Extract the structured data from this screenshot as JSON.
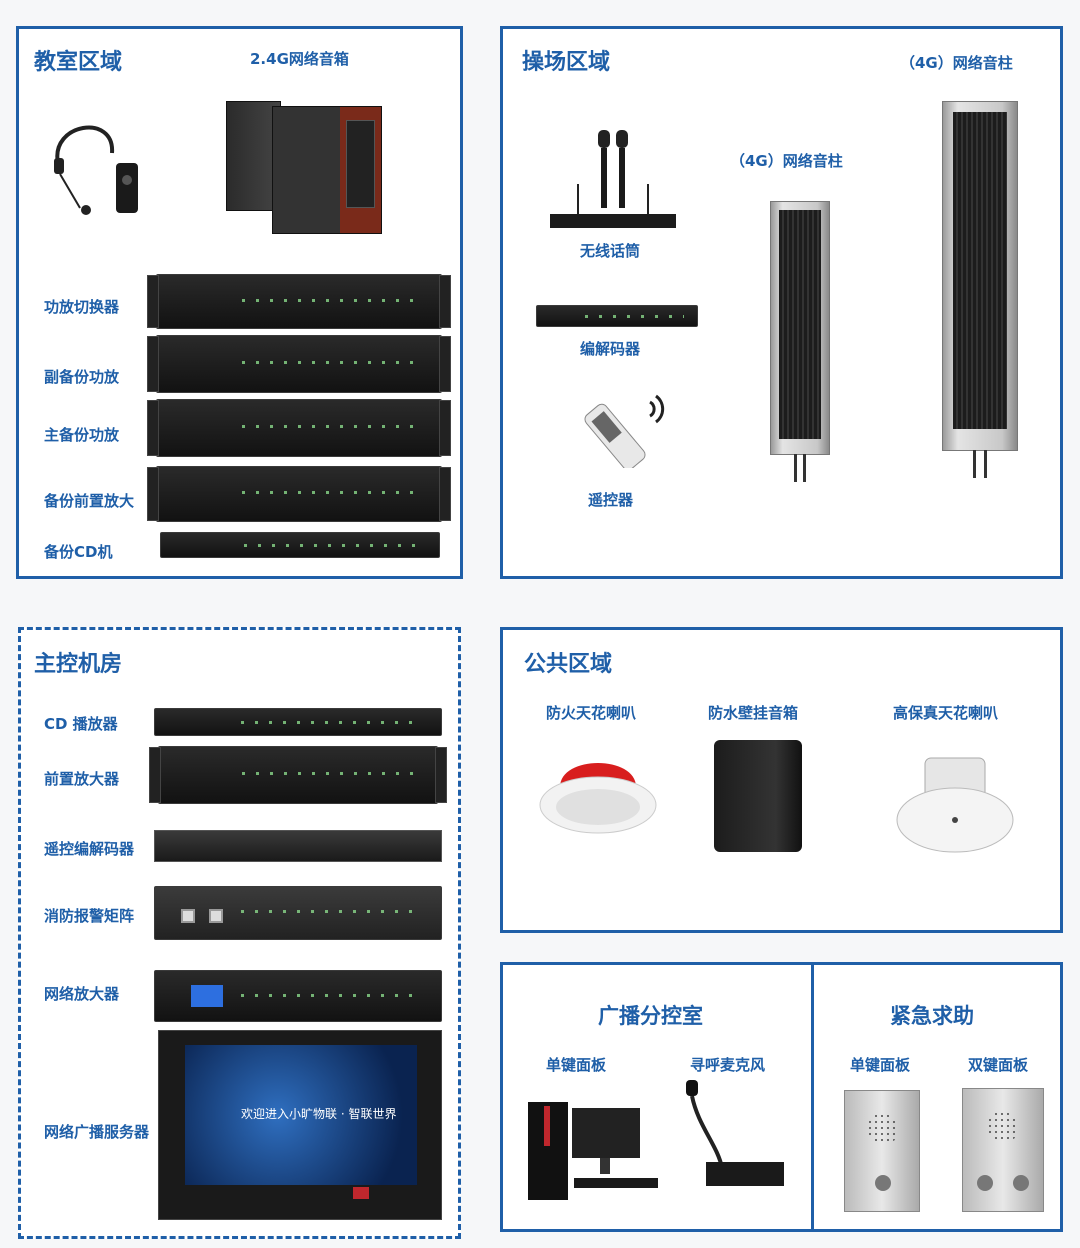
{
  "panels": {
    "classroom": {
      "title": "教室区域",
      "speaker_label": "2.4G网络音箱",
      "devices": [
        "功放切换器",
        "副备份功放",
        "主备份功放",
        "备份前置放大",
        "备份CD机"
      ]
    },
    "playground": {
      "title": "操场区域",
      "column_large_label": "（4G）网络音柱",
      "column_small_label": "（4G）网络音柱",
      "devices": [
        "无线话筒",
        "编解码器",
        "遥控器"
      ]
    },
    "control_room": {
      "title": "主控机房",
      "devices": [
        "CD 播放器",
        "前置放大器",
        "遥控编解码器",
        "消防报警矩阵",
        "网络放大器",
        "网络广播服务器"
      ],
      "server_screen_text": "欢迎进入小旷物联 · 智联世界"
    },
    "public": {
      "title": "公共区域",
      "items": [
        "防火天花喇叭",
        "防水壁挂音箱",
        "高保真天花喇叭"
      ]
    },
    "sub_control": {
      "title": "广播分控室",
      "items": [
        "单键面板",
        "寻呼麦克风"
      ]
    },
    "emergency": {
      "title": "紧急求助",
      "items": [
        "单键面板",
        "双键面板"
      ]
    }
  },
  "colors": {
    "accent": "#1f5fa8",
    "background": "#f6f7f9",
    "device": "#151515"
  }
}
